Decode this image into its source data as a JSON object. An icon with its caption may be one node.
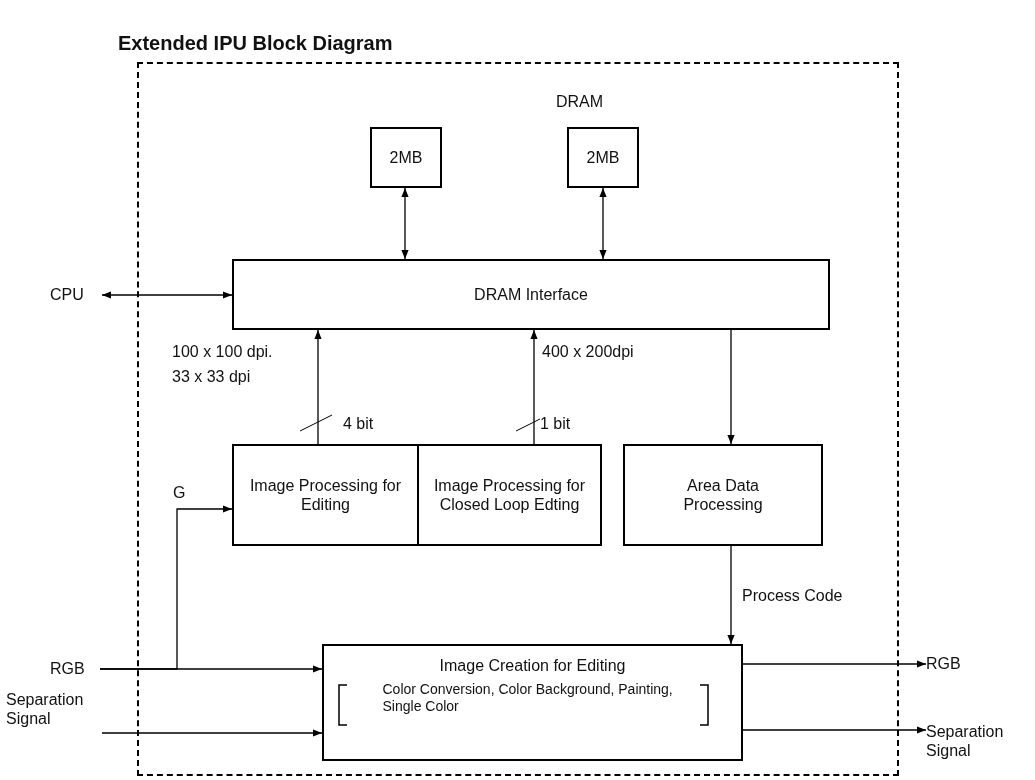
{
  "diagram": {
    "title": "Extended IPU Block Diagram",
    "nodes": [
      {
        "text": [],
        "shape": "box"
      },
      {
        "text": [
          "2MB"
        ],
        "in": 0
      },
      {
        "text": [
          "2MB"
        ],
        "in": 0
      },
      {
        "text": [
          "DRAM Interface"
        ],
        "in": 0
      },
      {
        "text": [
          "CPU"
        ]
      },
      {
        "text": [
          "Image Processing for Editing"
        ],
        "in": 0
      },
      {
        "text": [
          "Image Processing for Closed Loop Edting"
        ],
        "in": 0
      },
      {
        "text": [
          "Area Data Processing"
        ],
        "in": 0
      },
      {
        "text": [
          "Image Creation for Editing",
          "Color Conversion, Color Background, Painting, Single Color"
        ],
        "in": 0
      },
      {
        "text": [
          "RGB"
        ]
      },
      {
        "text": [
          "Separation Signal"
        ]
      },
      {
        "text": [
          "RGB"
        ]
      },
      {
        "text": [
          "Separation Signal"
        ]
      }
    ],
    "edges": [
      {
        "from": 1,
        "to": 3,
        "arrow": "both"
      },
      {
        "from": 2,
        "to": 3,
        "arrow": "both"
      },
      {
        "from": 4,
        "to": 3,
        "arrow": "both"
      },
      {
        "from": 5,
        "to": 3,
        "arrow": "to",
        "label": "4 bit"
      },
      {
        "from": 6,
        "to": 3,
        "arrow": "to",
        "label": "1 bit"
      },
      {
        "from": 3,
        "to": 7,
        "arrow": "to"
      },
      {
        "from": 7,
        "to": 8,
        "arrow": "to",
        "label": "Process Code"
      },
      {
        "from": 9,
        "to": 8,
        "arrow": "to"
      },
      {
        "from": 9,
        "to": 5,
        "arrow": "to",
        "label": "G"
      },
      {
        "from": 10,
        "to": 8,
        "arrow": "to"
      },
      {
        "from": 8,
        "to": 11,
        "arrow": "to"
      },
      {
        "from": 8,
        "to": 12,
        "arrow": "to"
      }
    ],
    "labels": [
      "DRAM",
      "100 x 100 dpi.",
      "33 x 33 dpi",
      "400 x 200dpi"
    ]
  }
}
